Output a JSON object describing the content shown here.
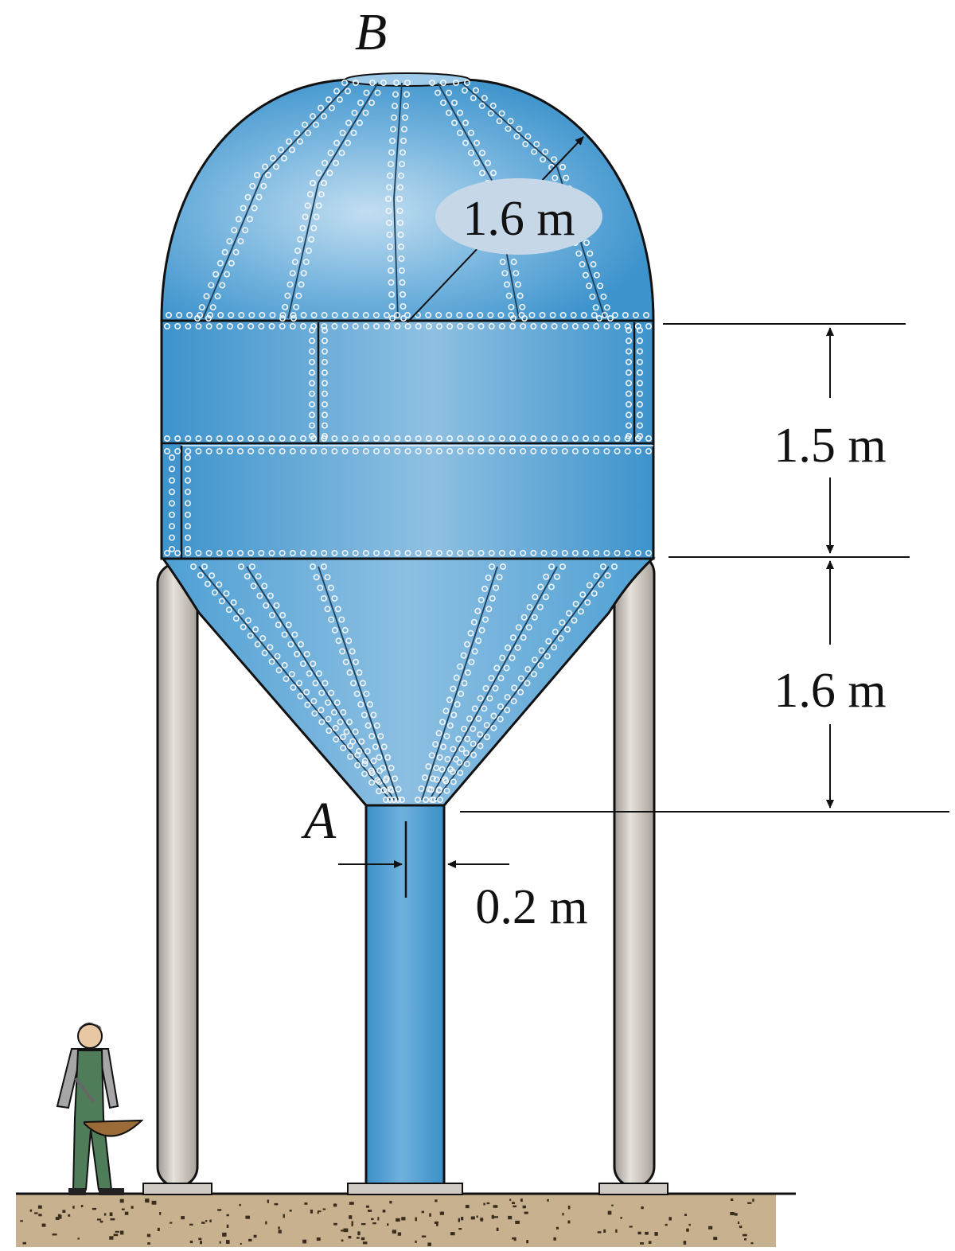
{
  "labels": {
    "point_top": "B",
    "point_bottom": "A",
    "dome_radius": "1.6 m",
    "cylinder_height": "1.5 m",
    "cone_height": "1.6 m",
    "outlet_radius": "0.2 m"
  },
  "colors": {
    "tank_blue": "#4a9fd2",
    "tank_highlight": "#bcdcf0",
    "leg_gray": "#c9c4bd",
    "ground_brown": "#c7b18e",
    "rivet": "#f2f5f7",
    "line": "#111111"
  }
}
